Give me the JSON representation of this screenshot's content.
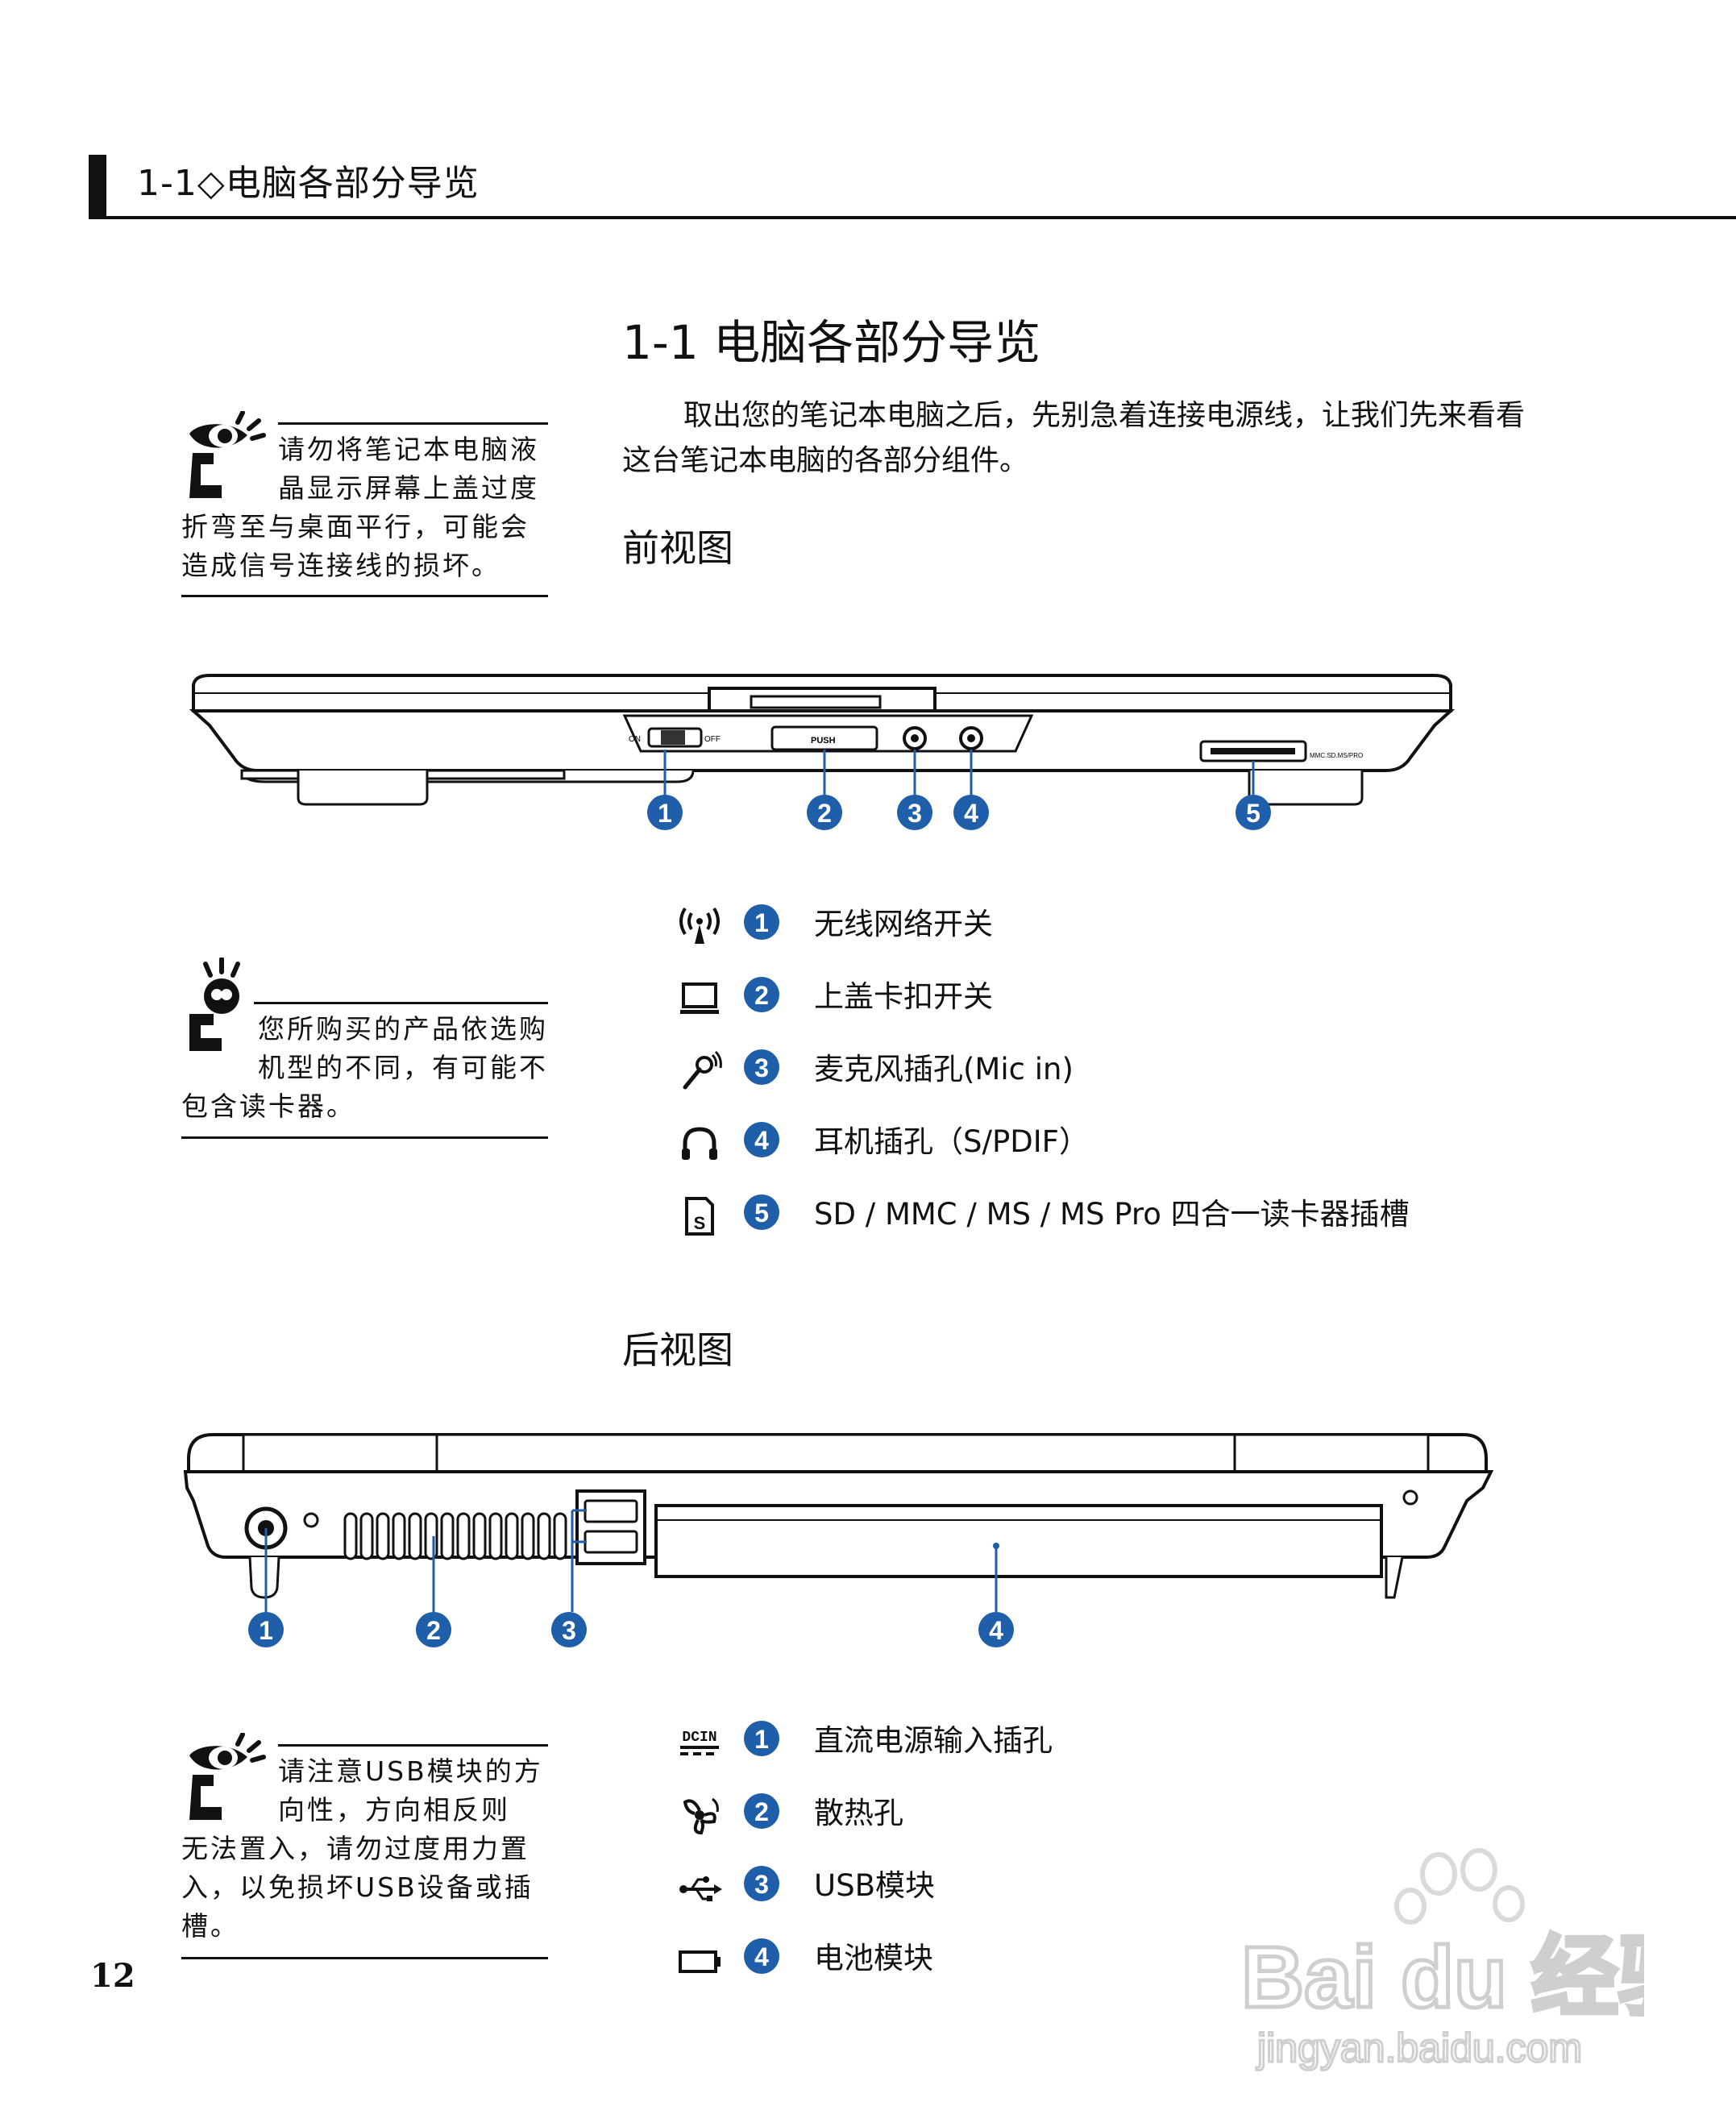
{
  "header": {
    "text": "1-1◇电脑各部分导览"
  },
  "section": {
    "title": "1-1 电脑各部分导览",
    "intro": "取出您的笔记本电脑之后，先别急着连接电源线，让我们先来看看这台笔记本电脑的各部分组件。"
  },
  "front": {
    "title": "前视图",
    "callouts": [
      "1",
      "2",
      "3",
      "4",
      "5"
    ],
    "port_labels": {
      "on": "ON",
      "off": "OFF",
      "push": "PUSH",
      "card": "MMC.SD.MS/PRO"
    },
    "items": [
      {
        "num": "1",
        "icon": "wireless-icon",
        "label": "无线网络开关"
      },
      {
        "num": "2",
        "icon": "lid-latch-icon",
        "label": "上盖卡扣开关"
      },
      {
        "num": "3",
        "icon": "microphone-icon",
        "label": "麦克风插孔(Mic in)"
      },
      {
        "num": "4",
        "icon": "headphone-icon",
        "label": "耳机插孔（S/PDIF）"
      },
      {
        "num": "5",
        "icon": "card-reader-icon",
        "label": "SD / MMC / MS / MS Pro 四合一读卡器插槽"
      }
    ]
  },
  "rear": {
    "title": "后视图",
    "callouts": [
      "1",
      "2",
      "3",
      "4"
    ],
    "items": [
      {
        "num": "1",
        "icon": "dc-in-icon",
        "icon_text": "DCIN",
        "label": "直流电源输入插孔"
      },
      {
        "num": "2",
        "icon": "fan-vent-icon",
        "label": "散热孔"
      },
      {
        "num": "3",
        "icon": "usb-icon",
        "label": "USB模块"
      },
      {
        "num": "4",
        "icon": "battery-icon",
        "label": "电池模块"
      }
    ]
  },
  "notes": [
    {
      "icon": "eye-caution-icon",
      "line1": "请勿将笔记本电脑液",
      "line2": "晶显示屏幕上盖过度",
      "line3": "折弯至与桌面平行，可能会",
      "line4": "造成信号连接线的损坏。"
    },
    {
      "icon": "lightbulb-tip-icon",
      "line1": "您所购买的产品依选购",
      "line2": "机型的不同，有可能不",
      "line3": "包含读卡器。"
    },
    {
      "icon": "eye-caution-icon",
      "line1": "请注意USB模块的方",
      "line2": "向性，方向相反则",
      "line3": "无法置入，请勿过度用力置",
      "line4": "入，以免损坏USB设备或插",
      "line5": "槽。"
    }
  ],
  "page_number": "12",
  "watermark": {
    "brand": "Bai du 经验",
    "url": "jingyan.baidu.com"
  },
  "colors": {
    "accent": "#1f5ea8",
    "text": "#111111"
  }
}
